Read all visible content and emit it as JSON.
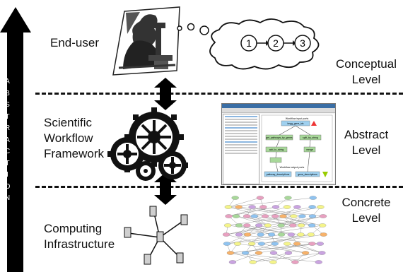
{
  "abstraction_letters": [
    "A",
    "B",
    "S",
    "T",
    "R",
    "A",
    "C",
    "T",
    "I",
    "O",
    "N"
  ],
  "labels": {
    "end_user": "End-user",
    "framework": [
      "Scientific",
      "Workflow",
      "Framework"
    ],
    "infrastructure": [
      "Computing",
      "Infrastructure"
    ]
  },
  "levels": {
    "conceptual": [
      "Conceptual",
      "Level"
    ],
    "abstract": [
      "Abstract",
      "Level"
    ],
    "concrete": [
      "Concrete",
      "Level"
    ]
  },
  "thought_steps": [
    "1",
    "2",
    "3"
  ],
  "workflow_window": {
    "input_header": "Workflow input ports",
    "output_header": "Workflow output ports",
    "nodes": [
      "kegg_gene_ids",
      "get_pathways_by_genes",
      "split_by_string",
      "merge",
      "add_to_string"
    ],
    "outputs": [
      "pathway_descriptions",
      "gene_descriptions"
    ]
  },
  "colors": {
    "arrow": "#000000",
    "node_yellow": "#f4f48a",
    "node_green": "#a8d89a",
    "node_pink": "#e8a0c0",
    "node_orange": "#f7b26a",
    "node_purple": "#c9a3e0",
    "node_blue": "#8fc3f0"
  }
}
